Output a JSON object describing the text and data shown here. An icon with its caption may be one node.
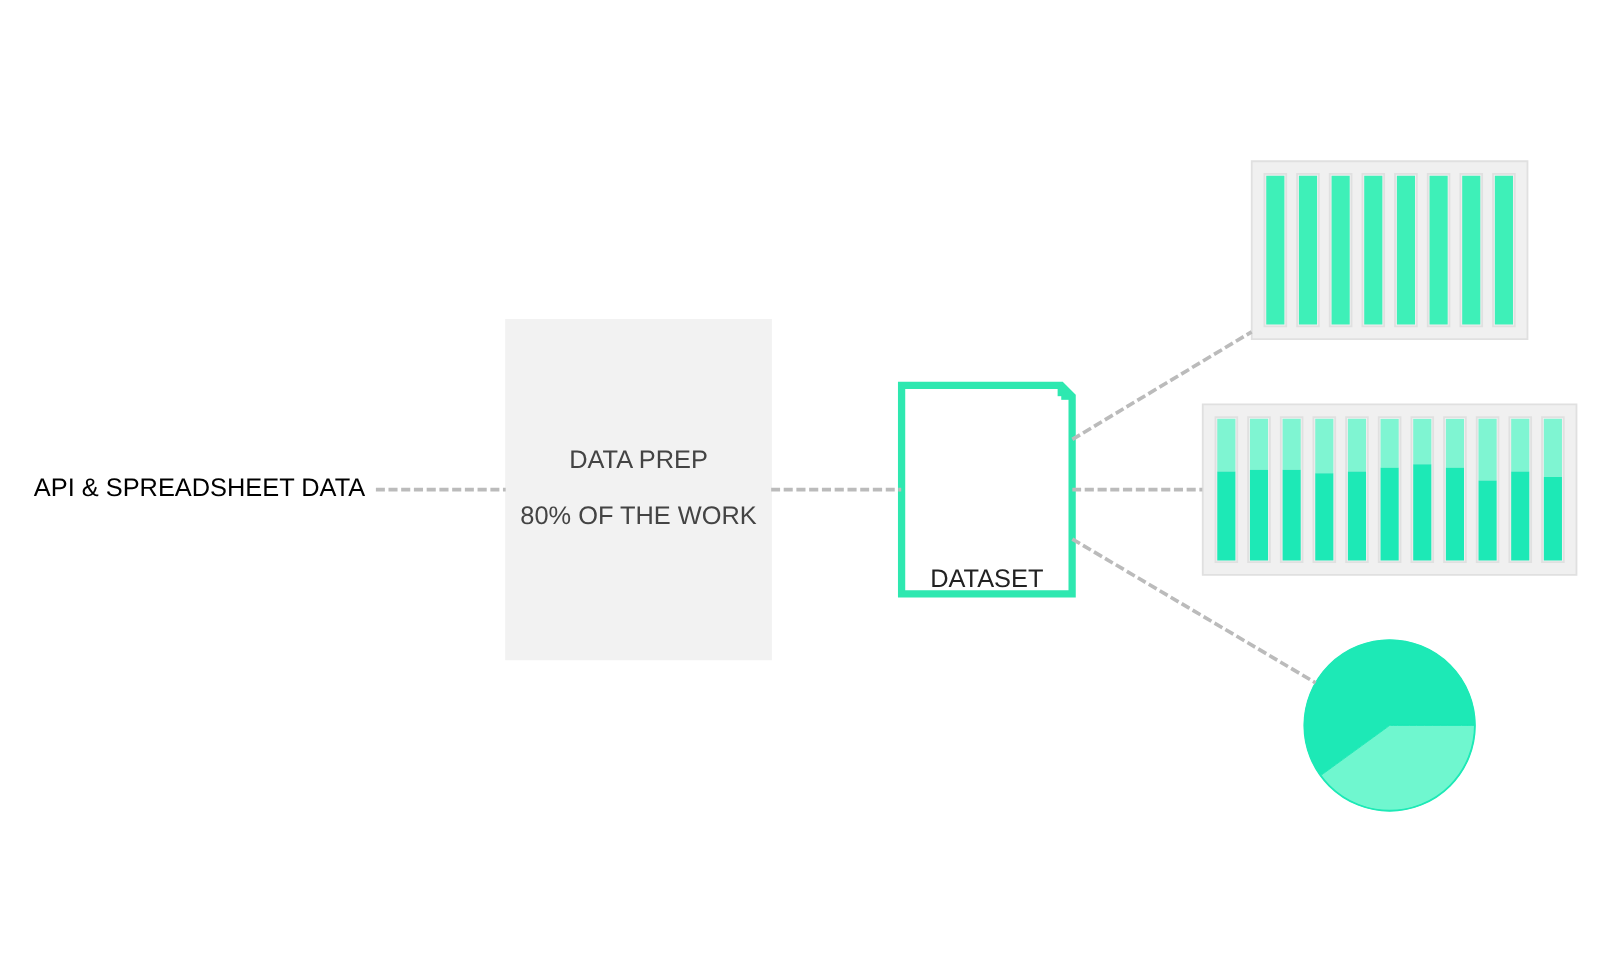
{
  "diagram": {
    "nodes": [
      {
        "text": [
          "API & SPREADSHEET DATA"
        ]
      },
      {
        "text": [
          "DATA PREP",
          "80% OF THE WORK"
        ]
      },
      {
        "text": [
          "DATASET"
        ]
      },
      {
        "text": [],
        "shape": "picture"
      },
      {
        "text": [],
        "shape": "picture"
      },
      {
        "text": [],
        "shape": "picture"
      }
    ],
    "edges": [
      {
        "from": 0,
        "to": 1,
        "arrow": "none",
        "style": "dashed"
      },
      {
        "from": 1,
        "to": 2,
        "arrow": "none",
        "style": "dashed"
      },
      {
        "from": 2,
        "to": 3,
        "arrow": "none",
        "style": "dashed"
      },
      {
        "from": 2,
        "to": 4,
        "arrow": "none",
        "style": "dashed"
      },
      {
        "from": 2,
        "to": 5,
        "arrow": "none",
        "style": "dashed"
      }
    ]
  }
}
